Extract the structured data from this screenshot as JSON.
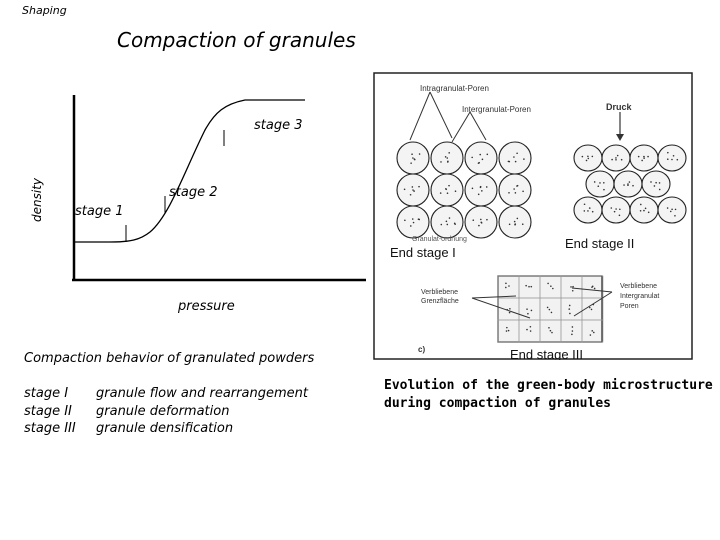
{
  "header": {
    "tag": "Shaping",
    "title": "Compaction of granules"
  },
  "plot": {
    "ylabel": "density",
    "xlabel": "pressure",
    "stage1": "stage 1",
    "stage2": "stage 2",
    "stage3": "stage 3"
  },
  "caption": "Compaction behavior of granulated powders",
  "legend": [
    {
      "key": "stage I",
      "text": "granule flow and rearrangement"
    },
    {
      "key": "stage II",
      "text": "granule deformation"
    },
    {
      "key": "stage III",
      "text": "granule densification"
    }
  ],
  "micro": {
    "intra": "Intragranulat-Poren",
    "inter": "Intergranulat-Poren",
    "druck": "Druck",
    "granulat": "Granulat-ordnung",
    "end1": "End stage I",
    "end2": "End stage II",
    "end3": "End stage III",
    "verb_grenz_1": "Verbliebene",
    "verb_grenz_2": "Grenzfläche",
    "verb_inter_1": "Verbliebene",
    "verb_inter_2": "Intergranulat",
    "verb_inter_3": "Poren",
    "c_label": "c)"
  },
  "evolution_line1": "Evolution of the green-body microstructure",
  "evolution_line2": "during compaction of granules"
}
